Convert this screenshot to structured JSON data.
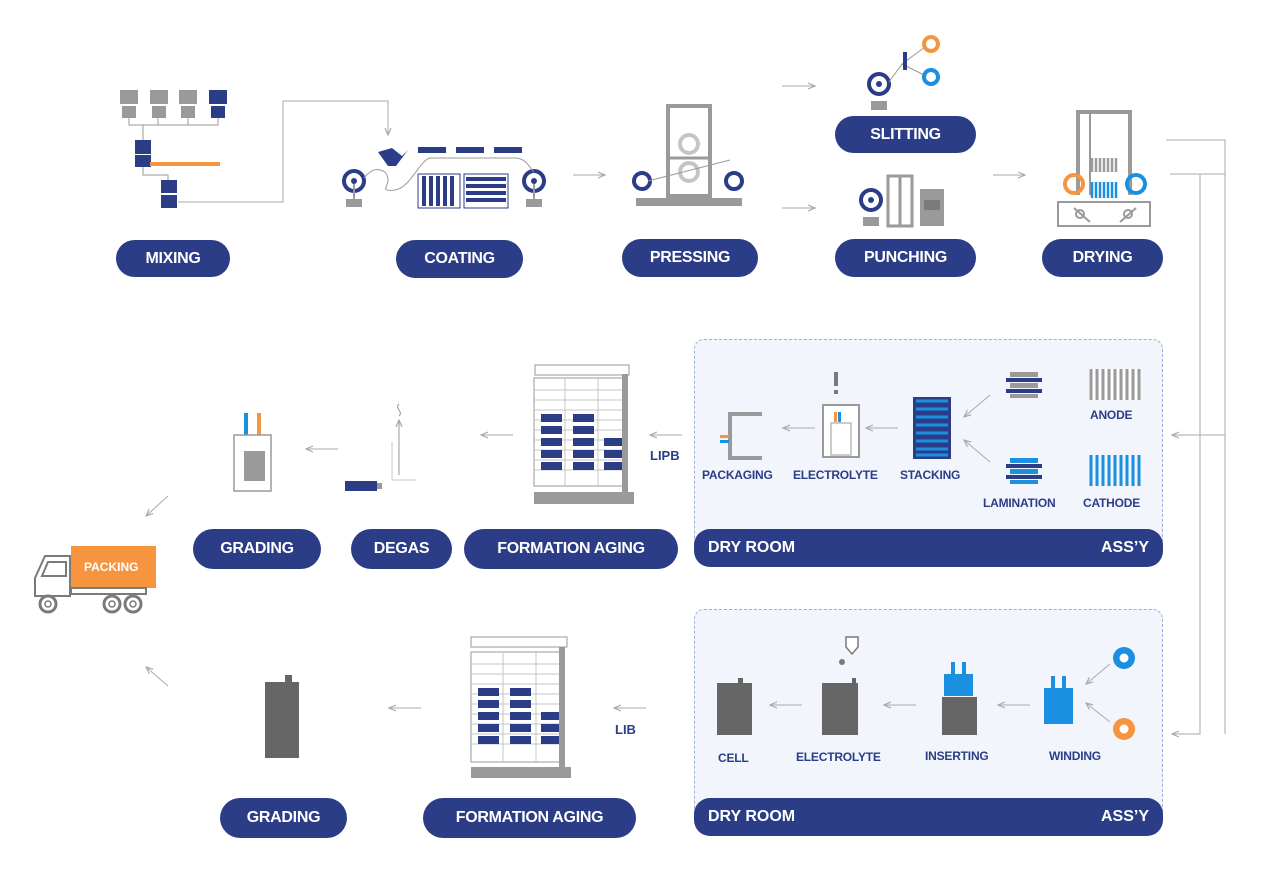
{
  "top_steps": {
    "mixing": "MIXING",
    "coating": "COATING",
    "pressing": "PRESSING",
    "slitting": "SLITTING",
    "punching": "PUNCHING",
    "drying": "DRYING"
  },
  "lipb": {
    "line_label": "LIPB",
    "dry_room": "DRY ROOM",
    "assy": "ASS’Y",
    "packaging": "PACKAGING",
    "electrolyte": "ELECTROLYTE",
    "stacking": "STACKING",
    "lamination": "LAMINATION",
    "anode": "ANODE",
    "cathode": "CATHODE",
    "formation_aging": "FORMATION AGING",
    "degas": "DEGAS",
    "grading": "GRADING"
  },
  "lib": {
    "line_label": "LIB",
    "dry_room": "DRY ROOM",
    "assy": "ASS’Y",
    "cell": "CELL",
    "electrolyte": "ELECTROLYTE",
    "inserting": "INSERTING",
    "winding": "WINDING",
    "formation_aging": "FORMATION AGING",
    "grading": "GRADING"
  },
  "packing": "PACKING",
  "colors": {
    "navy": "#2c3d87",
    "blue": "#1b8fe0",
    "orange": "#f7943f",
    "gray": "#7a7a7a"
  }
}
